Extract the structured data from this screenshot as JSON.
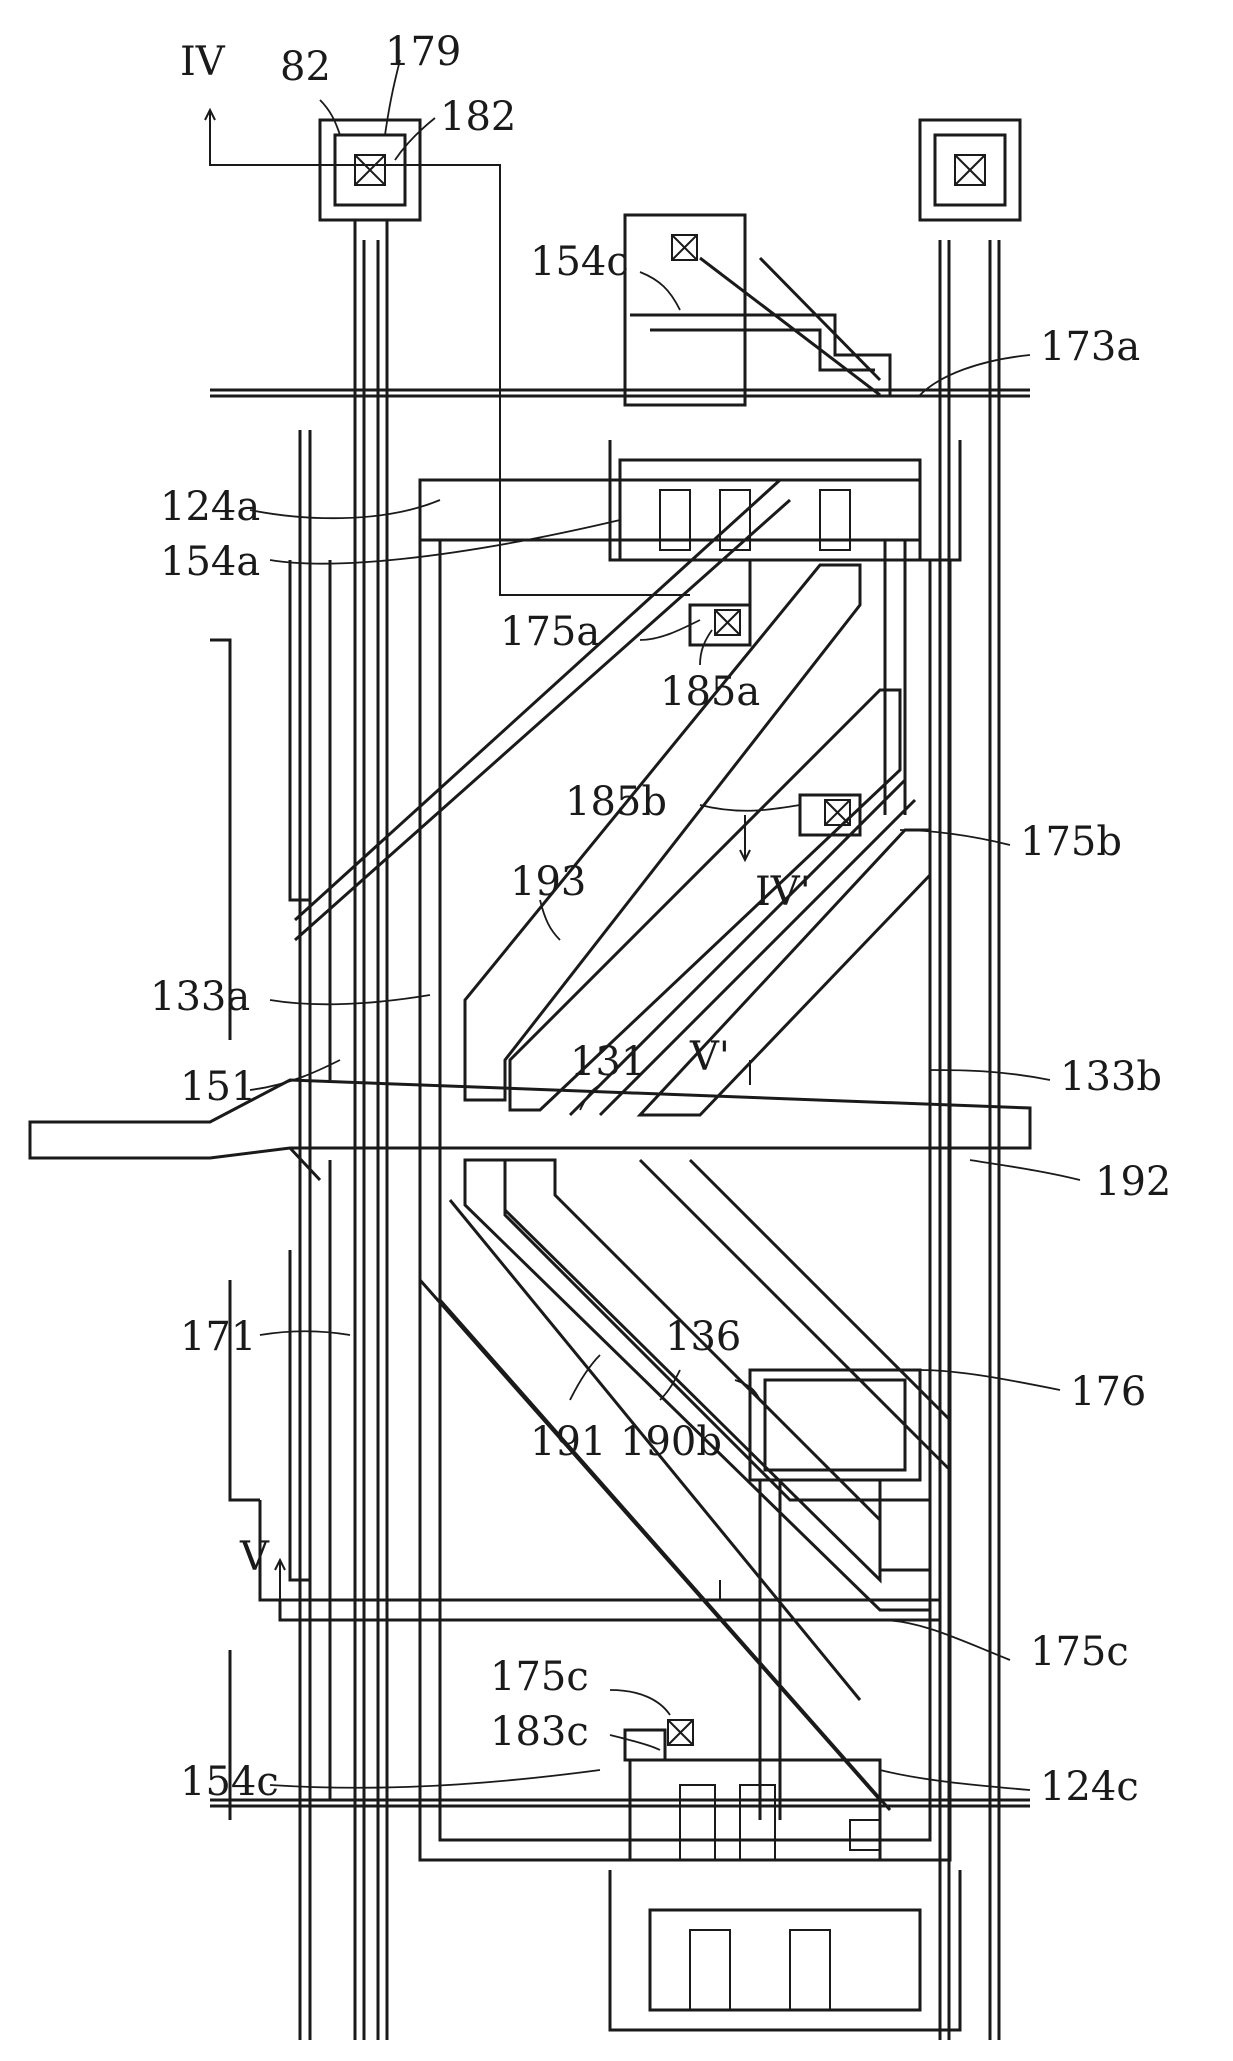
{
  "figure": {
    "section_top": "IV",
    "section_top_prime": "IV'",
    "section_bottom": "V",
    "section_bottom_prime": "V'",
    "refs": {
      "r82": "82",
      "r179": "179",
      "r182": "182",
      "r154c_top": "154c",
      "r173a": "173a",
      "r124a": "124a",
      "r154a": "154a",
      "r175a": "175a",
      "r185a": "185a",
      "r185b": "185b",
      "r175b": "175b",
      "r193": "193",
      "r133a": "133a",
      "r151": "151",
      "r131": "131",
      "r133b": "133b",
      "r192": "192",
      "r136": "136",
      "r171": "171",
      "r191": "191",
      "r190b": "190b",
      "r176": "176",
      "r175c_left": "175c",
      "r183c": "183c",
      "r175c_right": "175c",
      "r154c_bottom": "154c",
      "r124c": "124c"
    }
  }
}
